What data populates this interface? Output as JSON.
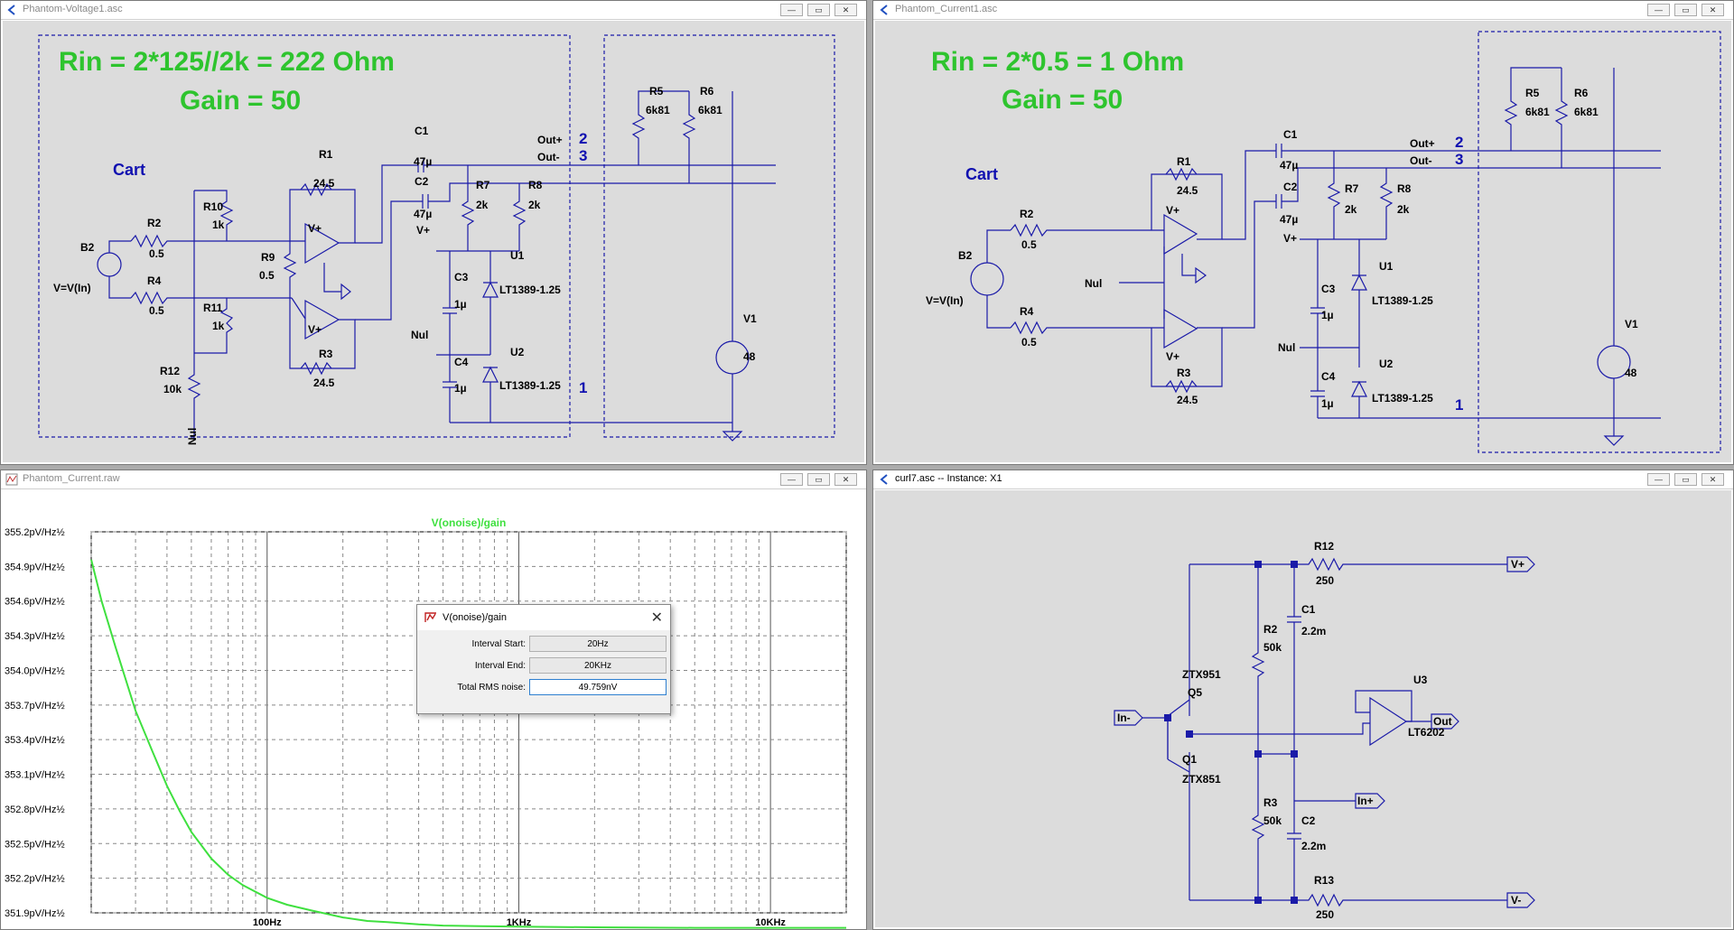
{
  "windows": {
    "voltage": {
      "title": "Phantom-Voltage1.asc",
      "note_line1": "Rin = 2*125//2k = 222 Ohm",
      "note_line2": "Gain = 50",
      "cart_label": "Cart",
      "components": {
        "r1": {
          "name": "R1",
          "value": "24.5"
        },
        "r2": {
          "name": "R2",
          "value": "0.5"
        },
        "r3": {
          "name": "R3",
          "value": "24.5"
        },
        "r4": {
          "name": "R4",
          "value": "0.5"
        },
        "r5": {
          "name": "R5",
          "value": "6k81"
        },
        "r6": {
          "name": "R6",
          "value": "6k81"
        },
        "r7": {
          "name": "R7",
          "value": "2k"
        },
        "r8": {
          "name": "R8",
          "value": "2k"
        },
        "r9": {
          "name": "R9",
          "value": "0.5"
        },
        "r10": {
          "name": "R10",
          "value": "1k"
        },
        "r11": {
          "name": "R11",
          "value": "1k"
        },
        "r12": {
          "name": "R12",
          "value": "10k"
        },
        "c1": {
          "name": "C1",
          "value": "47µ"
        },
        "c2": {
          "name": "C2",
          "value": "47µ"
        },
        "c3": {
          "name": "C3",
          "value": "1µ"
        },
        "c4": {
          "name": "C4",
          "value": "1µ"
        },
        "u1": {
          "name": "U1",
          "value": "LT1389-1.25"
        },
        "u2": {
          "name": "U2",
          "value": "LT1389-1.25"
        },
        "b2": {
          "name": "B2",
          "value": "V=V(In)"
        },
        "v1": {
          "name": "V1",
          "value": "48"
        }
      },
      "nets": {
        "outp": "Out+",
        "outm": "Out-",
        "vplus": "V+",
        "nul": "Nul",
        "nul2": "Nul",
        "opv": "V+",
        "opv2": "V+"
      },
      "pins": {
        "p2": "2",
        "p3": "3",
        "p1": "1"
      }
    },
    "current": {
      "title": "Phantom_Current1.asc",
      "note_line1": "Rin = 2*0.5 = 1 Ohm",
      "note_line2": "Gain = 50",
      "cart_label": "Cart",
      "components": {
        "r1": {
          "name": "R1",
          "value": "24.5"
        },
        "r2": {
          "name": "R2",
          "value": "0.5"
        },
        "r3": {
          "name": "R3",
          "value": "24.5"
        },
        "r4": {
          "name": "R4",
          "value": "0.5"
        },
        "r5": {
          "name": "R5",
          "value": "6k81"
        },
        "r6": {
          "name": "R6",
          "value": "6k81"
        },
        "r7": {
          "name": "R7",
          "value": "2k"
        },
        "r8": {
          "name": "R8",
          "value": "2k"
        },
        "c1": {
          "name": "C1",
          "value": "47µ"
        },
        "c2": {
          "name": "C2",
          "value": "47µ"
        },
        "c3": {
          "name": "C3",
          "value": "1µ"
        },
        "c4": {
          "name": "C4",
          "value": "1µ"
        },
        "u1": {
          "name": "U1",
          "value": "LT1389-1.25"
        },
        "u2": {
          "name": "U2",
          "value": "LT1389-1.25"
        },
        "b2": {
          "name": "B2",
          "value": "V=V(In)"
        },
        "v1": {
          "name": "V1",
          "value": "48"
        }
      },
      "nets": {
        "outp": "Out+",
        "outm": "Out-",
        "vplus": "V+",
        "nul": "Nul",
        "nul2": "Nul",
        "opv": "V+",
        "opv2": "V+"
      },
      "pins": {
        "p2": "2",
        "p3": "3",
        "p1": "1"
      }
    },
    "plot": {
      "title": "Phantom_Current.raw",
      "trace_label": "V(onoise)/gain",
      "dialog": {
        "title": "V(onoise)/gain",
        "interval_start_label": "Interval Start:",
        "interval_start_value": "20Hz",
        "interval_end_label": "Interval End:",
        "interval_end_value": "20KHz",
        "rms_label": "Total RMS noise:",
        "rms_value": "49.759nV"
      }
    },
    "instance": {
      "title": "curl7.asc -- Instance: X1",
      "components": {
        "r12": {
          "name": "R12",
          "value": "250"
        },
        "r13": {
          "name": "R13",
          "value": "250"
        },
        "r2": {
          "name": "R2",
          "value": "50k"
        },
        "r3": {
          "name": "R3",
          "value": "50k"
        },
        "c1": {
          "name": "C1",
          "value": "2.2m"
        },
        "c2": {
          "name": "C2",
          "value": "2.2m"
        },
        "q5": {
          "name": "Q5",
          "value": "ZTX951"
        },
        "q1": {
          "name": "Q1",
          "value": "ZTX851"
        },
        "u3": {
          "name": "U3",
          "value": "LT6202"
        }
      },
      "ports": {
        "vplus": "V+",
        "vminus": "V-",
        "inm": "In-",
        "inp": "In+",
        "out": "Out"
      }
    }
  },
  "window_buttons": {
    "minimize": "—",
    "restore": "▭",
    "close": "✕"
  },
  "colors": {
    "wire": "#1a1aa8",
    "trace": "#3fe03f",
    "note": "#2ec42e",
    "label_blue": "#1010b0",
    "schematic_bg": "#dcdcdc"
  },
  "chart_data": {
    "type": "line",
    "title": "V(onoise)/gain",
    "x_scale": "log",
    "xlim": [
      20,
      20000
    ],
    "x_ticks": [
      {
        "value": 100,
        "label": "100Hz"
      },
      {
        "value": 1000,
        "label": "1KHz"
      },
      {
        "value": 10000,
        "label": "10KHz"
      }
    ],
    "ylim": [
      351.9,
      355.2
    ],
    "y_ticks": [
      "355.2pV/Hz½",
      "354.9pV/Hz½",
      "354.6pV/Hz½",
      "354.3pV/Hz½",
      "354.0pV/Hz½",
      "353.7pV/Hz½",
      "353.4pV/Hz½",
      "353.1pV/Hz½",
      "352.8pV/Hz½",
      "352.5pV/Hz½",
      "352.2pV/Hz½",
      "351.9pV/Hz½"
    ],
    "y_tick_values": [
      355.2,
      354.9,
      354.6,
      354.3,
      354.0,
      353.7,
      353.4,
      353.1,
      352.8,
      352.5,
      352.2,
      351.9
    ],
    "grid": true,
    "series": [
      {
        "name": "V(onoise)/gain",
        "x": [
          20,
          22,
          25,
          30,
          35,
          40,
          45,
          50,
          60,
          70,
          80,
          100,
          120,
          150,
          200,
          250,
          300,
          400,
          500,
          700,
          1000,
          2000,
          5000,
          10000,
          20000
        ],
        "y": [
          354.96,
          354.6,
          354.2,
          353.65,
          353.3,
          353.0,
          352.78,
          352.6,
          352.37,
          352.23,
          352.14,
          352.03,
          351.97,
          351.92,
          351.86,
          351.83,
          351.82,
          351.8,
          351.79,
          351.785,
          351.78,
          351.775,
          351.77,
          351.77,
          351.77
        ]
      }
    ]
  }
}
